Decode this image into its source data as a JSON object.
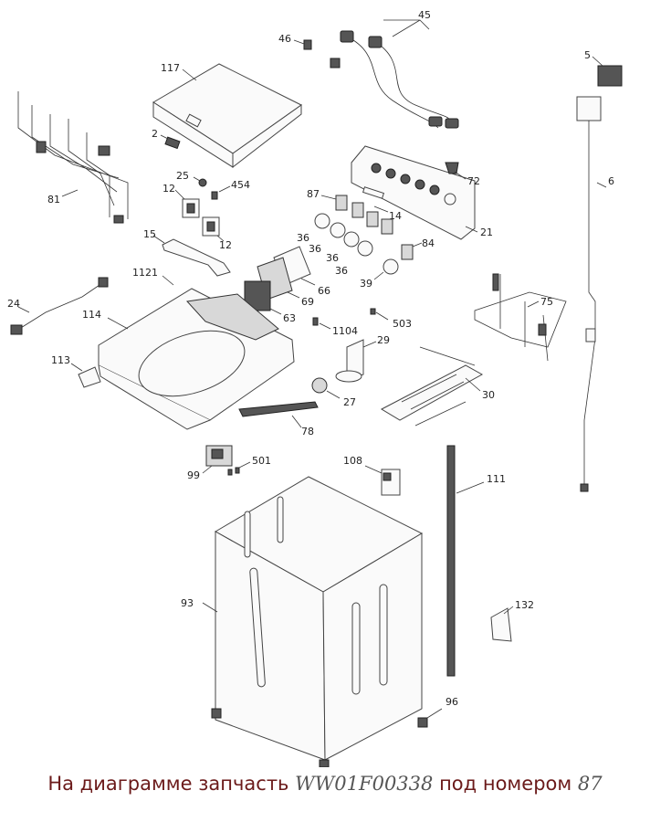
{
  "callouts": [
    "45",
    "46",
    "117",
    "5",
    "2",
    "6",
    "72",
    "25",
    "454",
    "12",
    "87",
    "14",
    "21",
    "81",
    "12",
    "15",
    "36",
    "36",
    "84",
    "36",
    "36",
    "39",
    "1121",
    "66",
    "69",
    "75",
    "24",
    "114",
    "63",
    "1104",
    "503",
    "29",
    "113",
    "27",
    "30",
    "78",
    "99",
    "501",
    "108",
    "111",
    "93",
    "132",
    "96"
  ],
  "caption": {
    "prefix": "На диаграмме запчасть",
    "part_code": "WW01F00338",
    "middle": "под номером",
    "part_number": "87"
  }
}
